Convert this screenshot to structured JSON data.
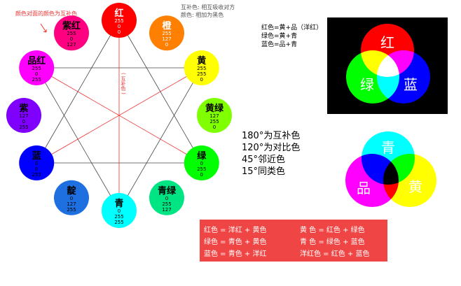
{
  "wheel_colors": [
    {
      "name": "红",
      "values": [
        "255",
        "0",
        "0"
      ],
      "fill": "#ff0000",
      "text": "#ffffff"
    },
    {
      "name": "橙",
      "values": [
        "255",
        "127",
        "0"
      ],
      "fill": "#ff7f00",
      "text": "#ffffff"
    },
    {
      "name": "黄",
      "values": [
        "255",
        "255",
        "0"
      ],
      "fill": "#ffff00",
      "text": "#000000"
    },
    {
      "name": "黄绿",
      "values": [
        "127",
        "255",
        "0"
      ],
      "fill": "#7fff00",
      "text": "#000000"
    },
    {
      "name": "绿",
      "values": [
        "0",
        "255",
        "0"
      ],
      "fill": "#00ff00",
      "text": "#000000"
    },
    {
      "name": "青绿",
      "values": [
        "0",
        "255",
        "127"
      ],
      "fill": "#00e584",
      "text": "#000000"
    },
    {
      "name": "青",
      "values": [
        "0",
        "255",
        "255"
      ],
      "fill": "#00ffff",
      "text": "#000000"
    },
    {
      "name": "靛",
      "values": [
        "0",
        "127",
        "255"
      ],
      "fill": "#1e6fe0",
      "text": "#000000"
    },
    {
      "name": "蓝",
      "values": [
        "0",
        "0",
        "255"
      ],
      "fill": "#0000ff",
      "text": "#000000"
    },
    {
      "name": "紫",
      "values": [
        "127",
        "0",
        "255"
      ],
      "fill": "#7f00ff",
      "text": "#000000"
    },
    {
      "name": "品红",
      "values": [
        "255",
        "0",
        "255"
      ],
      "fill": "#ff00ff",
      "text": "#000000"
    },
    {
      "name": "紫红",
      "values": [
        "255",
        "0",
        "127"
      ],
      "fill": "#ff0080",
      "text": "#000000"
    }
  ],
  "annotations": {
    "top_left_note": "颜色对面的颜色为互补色",
    "complement_label": "( 互补色 )",
    "top_note_line1": "互补色: 相互吸收对方",
    "top_note_line2": "颜色: 相加为黑色"
  },
  "formulas": [
    "红色=黄+品（洋红）",
    "绿色=黄+青",
    "蓝色=品+青"
  ],
  "additive": {
    "red": "红",
    "green": "绿",
    "blue": "蓝",
    "background": "#000000"
  },
  "subtractive": {
    "cyan": "青",
    "magenta": "品",
    "yellow": "黄"
  },
  "degrees": [
    "180°为互补色",
    "120°为对比色",
    "45°邻近色",
    "15°同类色"
  ],
  "mix_table": {
    "left": [
      "红色 = 洋红 + 黄色",
      "绿色 = 青色 + 黄色",
      "蓝色 = 青色 + 洋红"
    ],
    "right": [
      "黄  色 = 红色 + 绿色",
      "青  色 = 绿色 + 蓝色",
      "洋红色 = 红色 + 蓝色"
    ],
    "background": "#f04545"
  }
}
